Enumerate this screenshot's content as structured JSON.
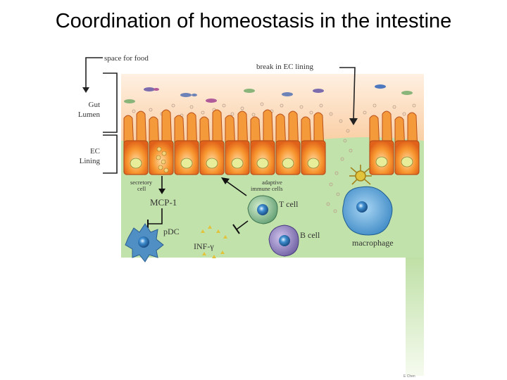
{
  "slide": {
    "title": "Coordination of homeostasis in the intestine"
  },
  "figure": {
    "labels": {
      "space_for_food": "space for food",
      "break_in_ec_lining": "break in EC lining",
      "gut_lumen_1": "Gut",
      "gut_lumen_2": "Lumen",
      "ec_lining_1": "EC",
      "ec_lining_2": "Lining",
      "secretory_cell_1": "secretory",
      "secretory_cell_2": "cell",
      "adaptive_immune_cells_1": "adaptive",
      "adaptive_immune_cells_2": "immune cells",
      "mcp1": "MCP-1",
      "t_cell": "T cell",
      "b_cell": "B cell",
      "pdc": "pDC",
      "inf_gamma": "INF-γ",
      "macrophage": "macrophage",
      "credit": "E Chen"
    },
    "colors": {
      "lumen_top": "#ffe3c8",
      "lumen_bottom": "#f7c28f",
      "lamina": "#bfe0a6",
      "epithelial_cell": "#f47a1f",
      "nucleus": "#e8ed9a",
      "t_cell": "#6aa57c",
      "b_cell": "#7c6cae",
      "macrophage": "#4d9fd6",
      "pdc": "#4f8fc4",
      "dendritic_yellow": "#e1c33c",
      "bacteria": "#6d83b8"
    }
  }
}
